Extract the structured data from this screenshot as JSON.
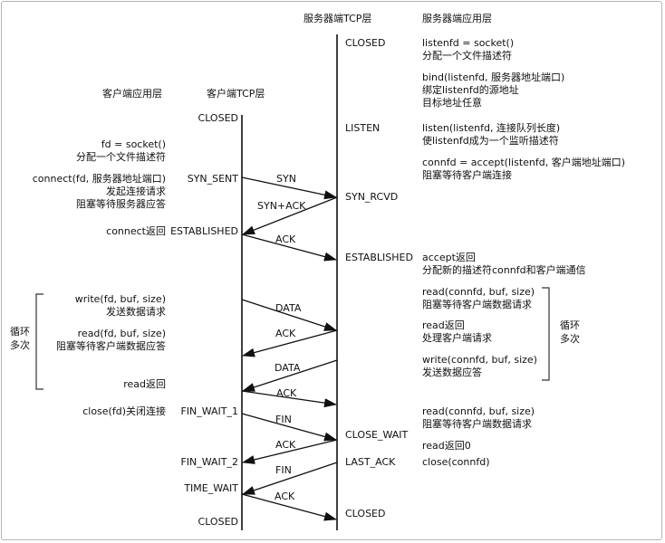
{
  "headers": {
    "server_tcp": "服务器端TCP层",
    "server_app": "服务器端应用层",
    "client_app": "客户端应用层",
    "client_tcp": "客户端TCP层"
  },
  "client_states": {
    "closed_start": "CLOSED",
    "syn_sent": "SYN_SENT",
    "established": "ESTABLISHED",
    "fin_wait_1": "FIN_WAIT_1",
    "fin_wait_2": "FIN_WAIT_2",
    "time_wait": "TIME_WAIT",
    "closed_end": "CLOSED"
  },
  "server_states": {
    "closed_start": "CLOSED",
    "listen": "LISTEN",
    "syn_rcvd": "SYN_RCVD",
    "established": "ESTABLISHED",
    "close_wait": "CLOSE_WAIT",
    "last_ack": "LAST_ACK",
    "closed_end": "CLOSED"
  },
  "segments": {
    "syn": "SYN",
    "syn_ack": "SYN+ACK",
    "ack1": "ACK",
    "data1": "DATA",
    "ack2": "ACK",
    "data2": "DATA",
    "ack3": "ACK",
    "fin1": "FIN",
    "ack4": "ACK",
    "fin2": "FIN",
    "ack5": "ACK"
  },
  "client_app": {
    "socket_call": "fd = socket()",
    "socket_desc": "分配一个文件描述符",
    "connect_call": "connect(fd, 服务器地址端口)",
    "connect_desc1": "发起连接请求",
    "connect_desc2": "阻塞等待服务器应答",
    "connect_return": "connect返回",
    "write_call": "write(fd, buf, size)",
    "write_desc": "发送数据请求",
    "read_call": "read(fd, buf, size)",
    "read_desc": "阻塞等待客户端数据应答",
    "read_return": "read返回",
    "close_call": "close(fd)关闭连接",
    "loop_label_1": "循环",
    "loop_label_2": "多次"
  },
  "server_app": {
    "socket_call": "listenfd = socket()",
    "socket_desc": "分配一个文件描述符",
    "bind_call": "bind(listenfd, 服务器地址端口)",
    "bind_desc1": "绑定listenfd的源地址",
    "bind_desc2": "目标地址任意",
    "listen_call": "listen(listenfd, 连接队列长度)",
    "listen_desc": "使listenfd成为一个监听描述符",
    "accept_call": "connfd = accept(listenfd, 客户端地址端口)",
    "accept_desc": "阻塞等待客户端连接",
    "accept_return": "accept返回",
    "accept_return_desc": "分配新的描述符connfd和客户端通信",
    "read_call": "read(connfd, buf, size)",
    "read_desc": "阻塞等待客户端数据请求",
    "read_return": "read返回",
    "read_return_desc": "处理客户端请求",
    "write_call": "write(connfd, buf, size)",
    "write_desc": "发送数据应答",
    "read2_call": "read(connfd, buf, size)",
    "read2_desc": "阻塞等待客户端数据请求",
    "read2_return": "read返回0",
    "close_call": "close(connfd)",
    "loop_label_1": "循环",
    "loop_label_2": "多次"
  }
}
